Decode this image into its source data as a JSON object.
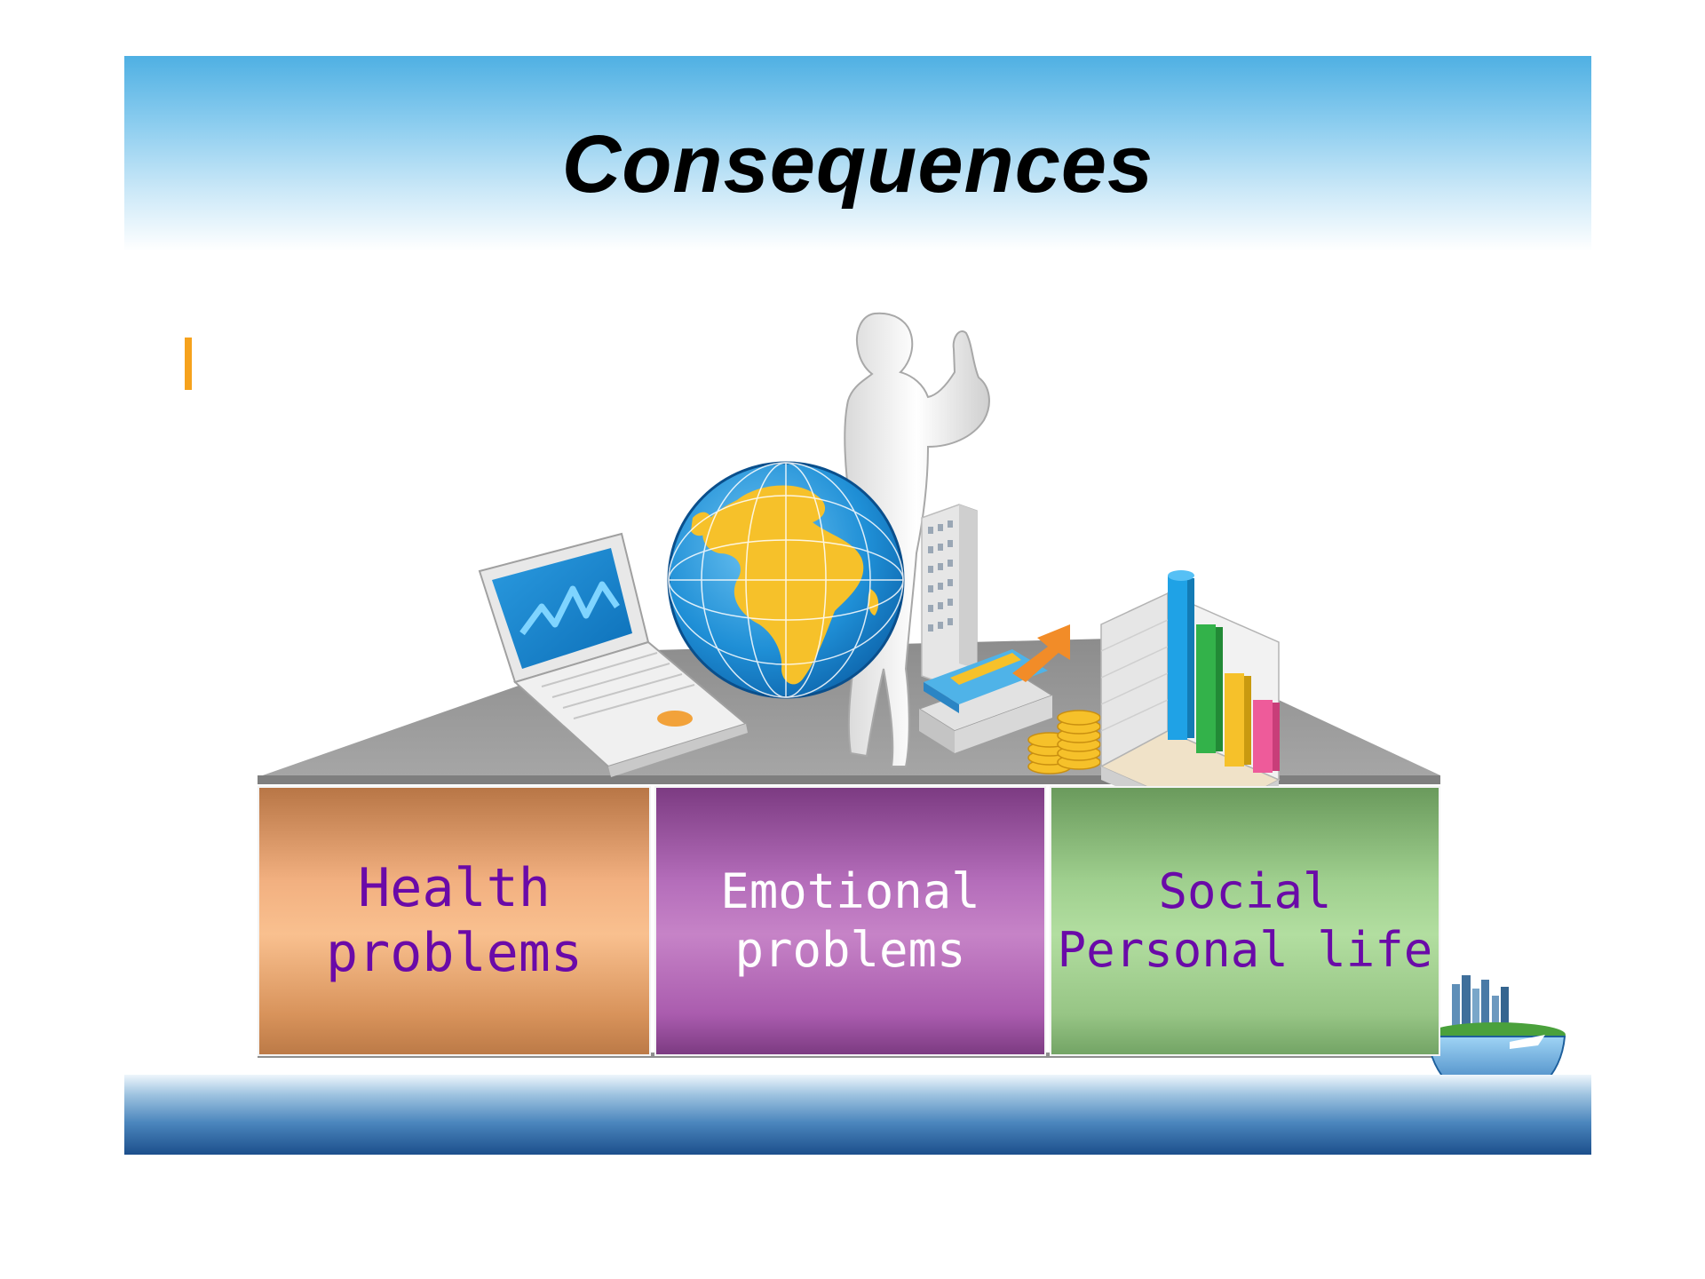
{
  "slide": {
    "title": "Consequences",
    "boxes": [
      {
        "line1": "Health",
        "line2": "problems"
      },
      {
        "line1": "Emotional",
        "line2": "problems"
      },
      {
        "line1": "Social",
        "line2": "Personal life"
      }
    ]
  },
  "colors": {
    "header_blue": "#4fb0e3",
    "bullet_orange": "#f6a21d",
    "health_box": "#f2b080",
    "emotional_box": "#c683c7",
    "social_box": "#b2dea0",
    "box_text_purple": "#6a0aa8"
  }
}
